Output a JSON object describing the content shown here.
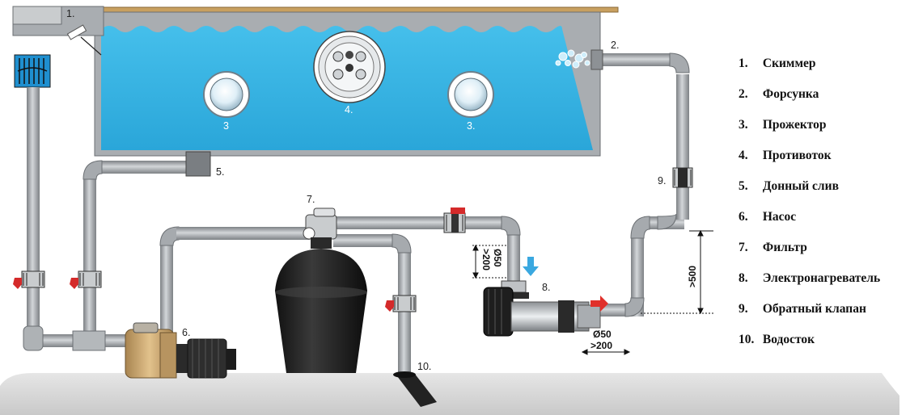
{
  "legend": [
    {
      "num": "1.",
      "text": "Скиммер"
    },
    {
      "num": "2.",
      "text": "Форсунка"
    },
    {
      "num": "3.",
      "text": "Прожектор"
    },
    {
      "num": "4.",
      "text": "Противоток"
    },
    {
      "num": "5.",
      "text": "Донный слив"
    },
    {
      "num": "6.",
      "text": "Насос"
    },
    {
      "num": "7.",
      "text": "Фильтр"
    },
    {
      "num": "8.",
      "text": "Электронагреватель"
    },
    {
      "num": "9.",
      "text": "Обратный клапан"
    },
    {
      "num": "10.",
      "text": "Водосток"
    }
  ],
  "callouts": {
    "skimmer": "1.",
    "nozzle": "2.",
    "light_left": "3",
    "light_right": "3.",
    "counterflow": "4.",
    "bottom_drain": "5.",
    "pump": "6.",
    "filter": "7.",
    "heater": "8.",
    "check_valve": "9.",
    "drain": "10."
  },
  "dimensions": {
    "pipe_diameter_vertical": "Ø50",
    "length_vertical": ">200",
    "pipe_diameter_horizontal": "Ø50",
    "length_horizontal": ">200",
    "height_difference": ">500"
  },
  "colors": {
    "water": "#3cb7e6",
    "pipe": "#9ea2a6",
    "valve_handle": "#d42a2a",
    "flow_arrow_down": "#3aa8e0",
    "flow_arrow_right": "#e0302a",
    "filter_tank": "#1e1e1e",
    "pump_body": "#c9a46c",
    "ground": "#dcdcdc",
    "deck": "#c8a060"
  }
}
